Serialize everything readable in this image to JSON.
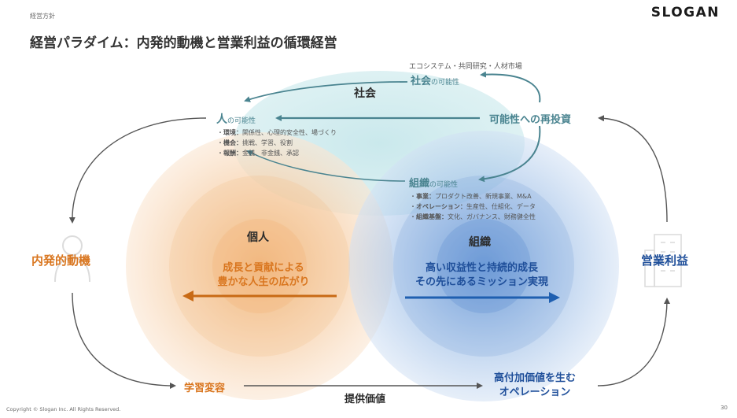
{
  "header": {
    "breadcrumb": "経営方針",
    "logo": "SLOGAN",
    "title": "経営パラダイム：内発的動機と営業利益の循環経営"
  },
  "society": {
    "ecosystem": "エコシステム・共同研究・人材市場",
    "possibility_head": "社会",
    "possibility_tail": "の可能性",
    "circle_label": "社会"
  },
  "reinvest": "可能性への再投資",
  "person": {
    "head": "人",
    "tail": "の可能性",
    "bullets": [
      {
        "term": "環境：",
        "desc": "関係性、心理的安全性、場づくり"
      },
      {
        "term": "機会：",
        "desc": "挑戦、学習、役割"
      },
      {
        "term": "報酬：",
        "desc": "金銭、非金銭、承認"
      }
    ]
  },
  "organization": {
    "head": "組織",
    "tail": "の可能性",
    "bullets": [
      {
        "term": "事業：",
        "desc": "プロダクト改善、新規事業、M&A"
      },
      {
        "term": "オペレーション：",
        "desc": "生産性、仕組化、データ"
      },
      {
        "term": "組織基盤：",
        "desc": "文化、ガバナンス、財務健全性"
      }
    ]
  },
  "individual": {
    "label": "個人",
    "line1": "成長と貢献による",
    "line2": "豊かな人生の広がり"
  },
  "org_circle": {
    "label": "組織",
    "line1": "高い収益性と持続的成長",
    "line2": "その先にあるミッション実現"
  },
  "left_node": "内発的動機",
  "right_node": "営業利益",
  "bottom": {
    "learning": "学習変容",
    "value": "提供価値",
    "ops_line1": "高付加価値を生む",
    "ops_line2": "オペレーション"
  },
  "footer": {
    "copyright": "Copyright © Slogan Inc. All Rights Reserved.",
    "page": "30"
  },
  "colors": {
    "teal": "#4a8490",
    "orange": "#d9761f",
    "blue": "#1f4f9a",
    "society_circle": "#c9e8ec",
    "individual_circle": "#f8d6b4",
    "org_circle": "#bcd3f0"
  }
}
